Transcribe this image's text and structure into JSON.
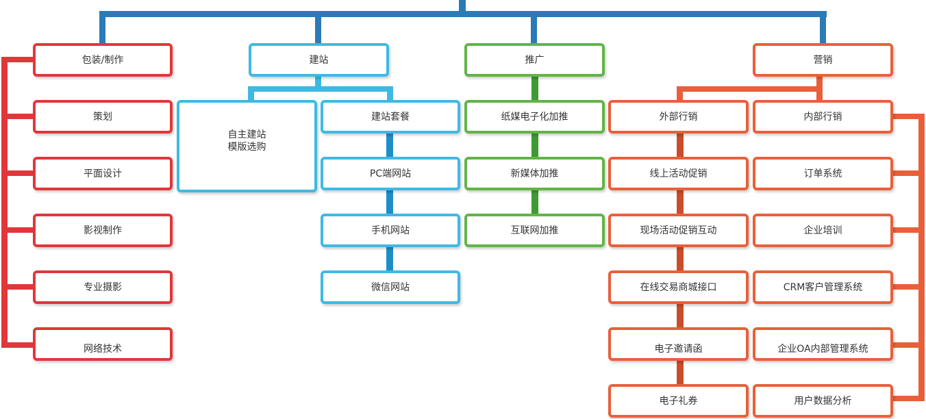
{
  "colors": {
    "root": "#2a7bb6",
    "red": "#e0373a",
    "blue": "#3fb9e4",
    "green": "#62b447",
    "orange": "#e8603a"
  },
  "categories": {
    "packaging": {
      "title": "包装/制作",
      "items": [
        "策划",
        "平面设计",
        "影视制作",
        "专业摄影",
        "网络技术"
      ]
    },
    "website": {
      "title": "建站",
      "template": "自主建站\n模版选购",
      "packages": "建站套餐",
      "package_items": [
        "PC端网站",
        "手机网站",
        "微信网站"
      ]
    },
    "promotion": {
      "title": "推广",
      "items": [
        "纸媒电子化加推",
        "新媒体加推",
        "互联网加推"
      ]
    },
    "marketing": {
      "title": "营销",
      "external": {
        "title": "外部行销",
        "items": [
          "线上活动促销",
          "现场活动促销互动",
          "在线交易商城接口",
          "电子邀请函",
          "电子礼券"
        ]
      },
      "internal": {
        "title": "内部行销",
        "items": [
          "订单系统",
          "企业培训",
          "CRM客户管理系统",
          "企业OA内部管理系统",
          "用户数据分析"
        ]
      }
    }
  }
}
